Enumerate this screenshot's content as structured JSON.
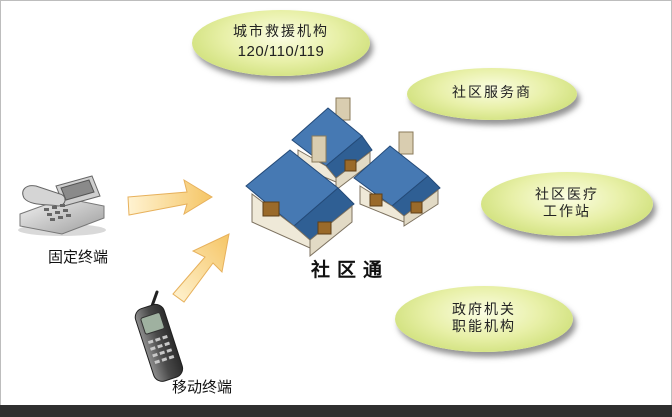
{
  "nodes": {
    "city_rescue": {
      "title": "城市救援机构",
      "numbers": "120/110/119"
    },
    "community_services": {
      "title": "社区服务商"
    },
    "community_medical": {
      "line1": "社区医疗",
      "line2": "工作站"
    },
    "government": {
      "line1": "政府机关",
      "line2": "职能机构"
    }
  },
  "center_label": "社区通",
  "terminals": {
    "fixed": "固定终端",
    "mobile": "移动终端"
  },
  "colors": {
    "ellipse_fill": "#e8f0a8",
    "roof": "#3f74ad",
    "wall": "#f1ede0",
    "arrow": "#f7cf80"
  },
  "icons": [
    "desk-phone-icon",
    "mobile-phone-icon",
    "houses-icon",
    "arrow-icon"
  ]
}
